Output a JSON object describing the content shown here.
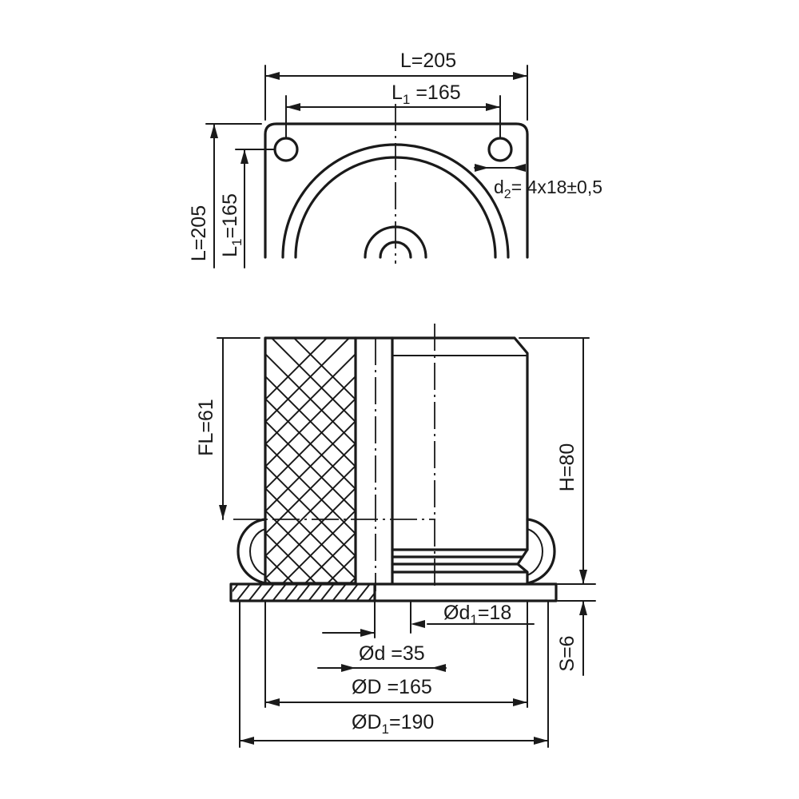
{
  "top_view": {
    "outer_width_label": "L=205",
    "hole_spacing_label_main": "L",
    "hole_spacing_label_sub": "1",
    "hole_spacing_label_value": " =165",
    "outer_height_label": "L=205",
    "inner_height_label_main": "L",
    "inner_height_label_sub": "1",
    "inner_height_label_value": "=165",
    "hole_label_main": "d",
    "hole_label_sub": "2",
    "hole_label_value": "= 4x18±0,5"
  },
  "side_view": {
    "free_length_label": "FL=61",
    "height_label": "H=80",
    "thickness_label": "S=6",
    "thread_label_main": "Ød",
    "thread_label_sub": "1",
    "thread_label_value": "=18",
    "bore_label": "Ød =35",
    "body_diameter_label": "ØD =165",
    "base_diameter_label_main": "ØD",
    "base_diameter_label_sub": "1",
    "base_diameter_label_value": "=190"
  }
}
